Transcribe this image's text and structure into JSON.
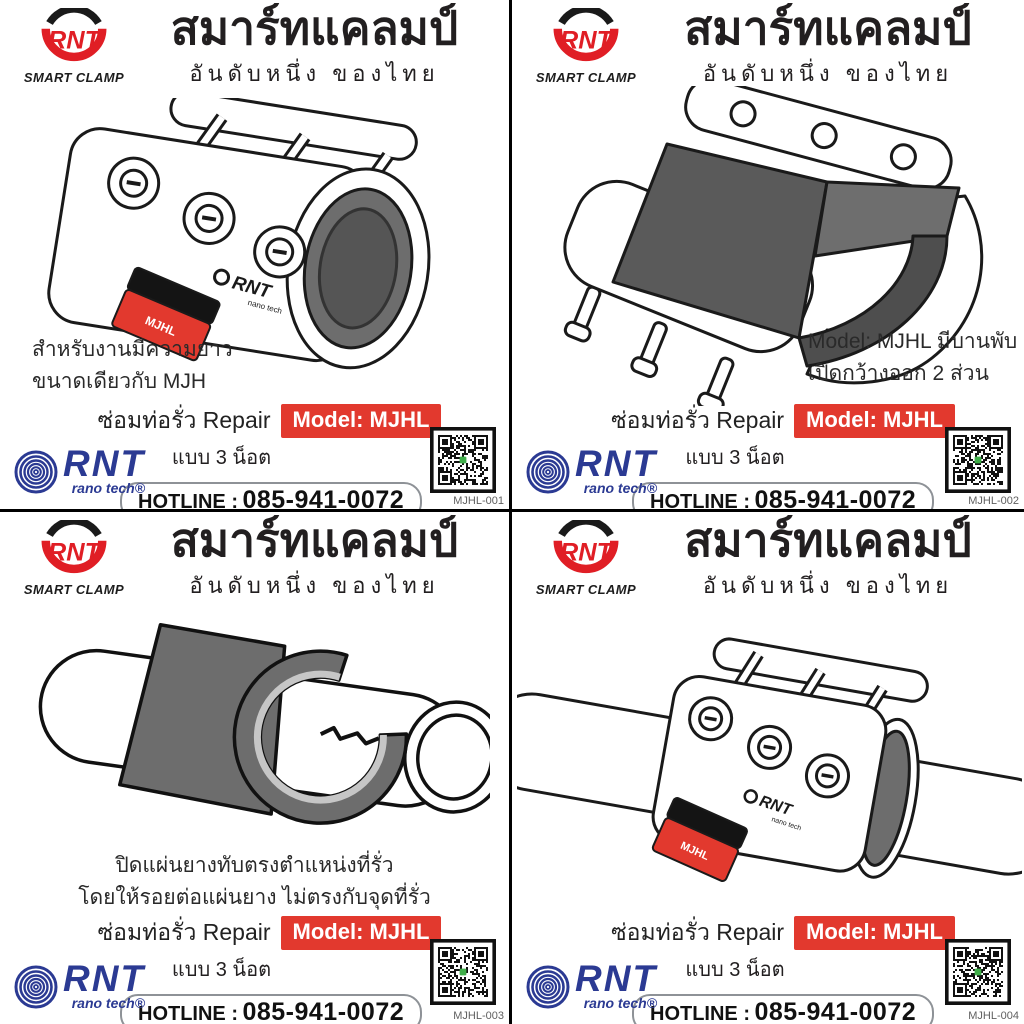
{
  "colors": {
    "accent_red": "#e2392e",
    "brand_red": "#e01e25",
    "nano_blue": "#2b3a93",
    "ink": "#221f20",
    "rubber_gray": "#6d6d6d",
    "qr_green": "#3fae49"
  },
  "header": {
    "logo_brand": "RNT",
    "logo_tagline": "SMART CLAMP",
    "title": "สมาร์ทแคลมป์",
    "subtitle": "อันดับหนึ่ง ของไทย"
  },
  "footer": {
    "repair_label": "ซ่อมท่อรั่ว Repair",
    "model_badge": "Model: MJHL",
    "type_label": "แบบ 3 น็อต",
    "hotline_label": "HOTLINE :",
    "hotline_number": "085-941-0072",
    "nano_brand": "RNT",
    "nano_sub": "rano tech®"
  },
  "illustration": {
    "clamp_model": "MJHL",
    "clamp_brand": "RNT",
    "clamp_brand_sub": "nano tech"
  },
  "panels": [
    {
      "id": "MJHL-001",
      "description_lines": [
        "สำหรับงานมีความยาว",
        "ขนาดเดียวกับ MJH"
      ]
    },
    {
      "id": "MJHL-002",
      "description_lines": [
        "Model: MJHL มีบานพับ",
        "เปิดกว้างออก 2 ส่วน"
      ]
    },
    {
      "id": "MJHL-003",
      "description_lines": [
        "ปิดแผ่นยางทับตรงตำแหน่งที่รั่ว",
        "โดยให้รอยต่อแผ่นยาง ไม่ตรงกับจุดที่รั่ว"
      ]
    },
    {
      "id": "MJHL-004",
      "description_lines": []
    }
  ]
}
